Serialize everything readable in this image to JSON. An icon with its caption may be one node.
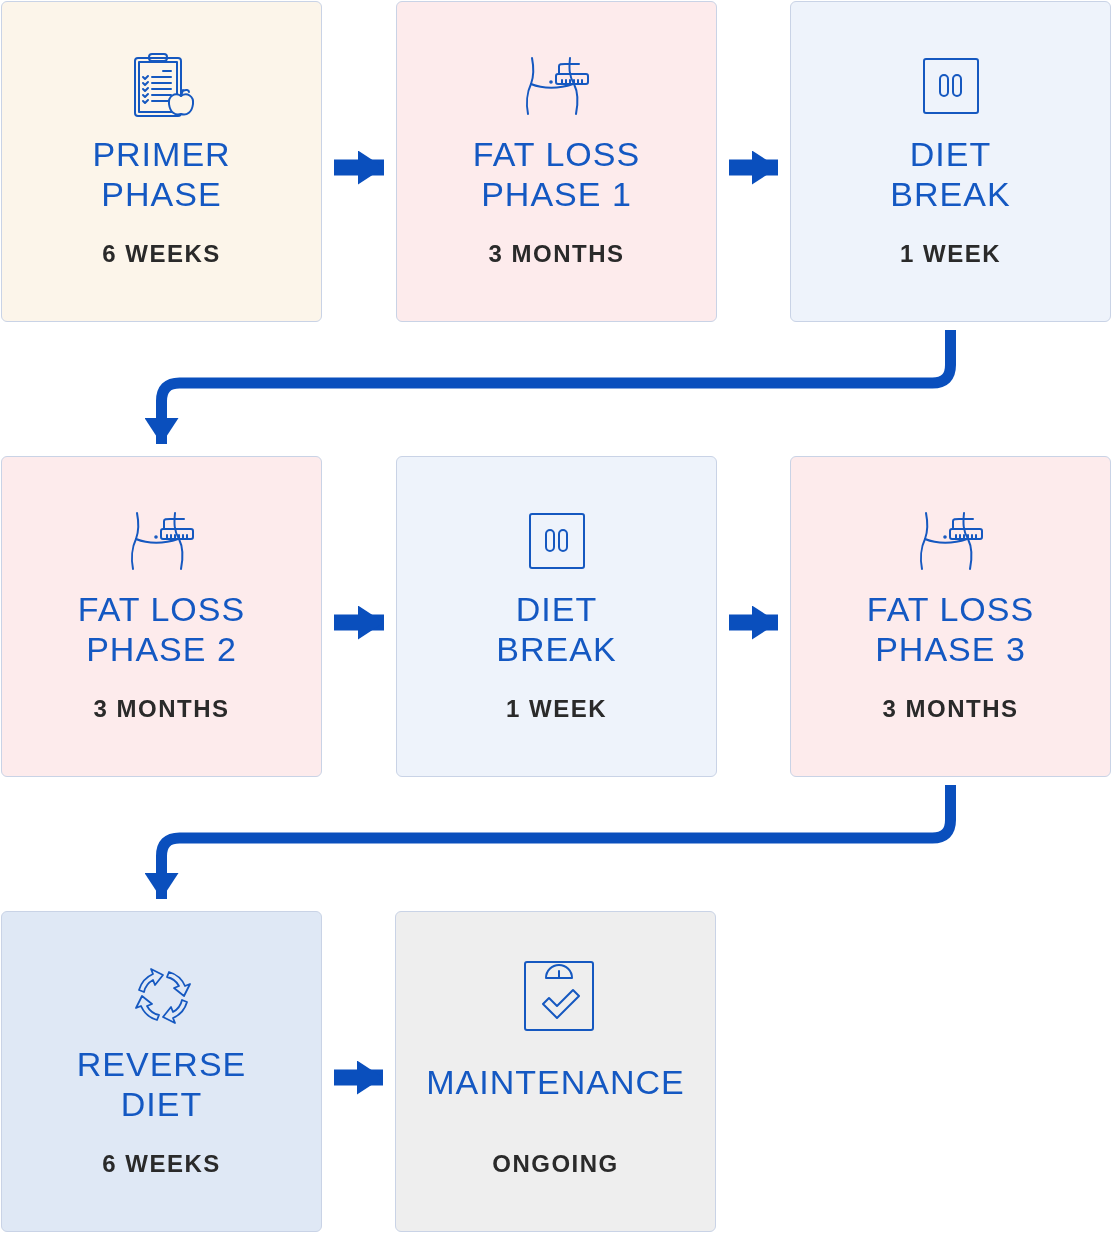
{
  "diagram": {
    "nodes": [
      {
        "text": [
          "PRIMER PHASE",
          "6 WEEKS"
        ]
      },
      {
        "text": [
          "FAT LOSS PHASE 1",
          "3 MONTHS"
        ]
      },
      {
        "text": [
          "DIET BREAK",
          "1 WEEK"
        ]
      },
      {
        "text": [
          "FAT LOSS PHASE 2",
          "3 MONTHS"
        ]
      },
      {
        "text": [
          "DIET BREAK",
          "1 WEEK"
        ]
      },
      {
        "text": [
          "FAT LOSS PHASE 3",
          "3 MONTHS"
        ]
      },
      {
        "text": [
          "REVERSE DIET",
          "6 WEEKS"
        ]
      },
      {
        "text": [
          "MAINTENANCE",
          "ONGOING"
        ]
      }
    ],
    "edges": [
      {
        "from": 0,
        "to": 1,
        "arrow": "to"
      },
      {
        "from": 1,
        "to": 2,
        "arrow": "to"
      },
      {
        "from": 2,
        "to": 3,
        "arrow": "to"
      },
      {
        "from": 3,
        "to": 4,
        "arrow": "to"
      },
      {
        "from": 4,
        "to": 5,
        "arrow": "to"
      },
      {
        "from": 5,
        "to": 6,
        "arrow": "to"
      },
      {
        "from": 6,
        "to": 7,
        "arrow": "to"
      }
    ]
  }
}
